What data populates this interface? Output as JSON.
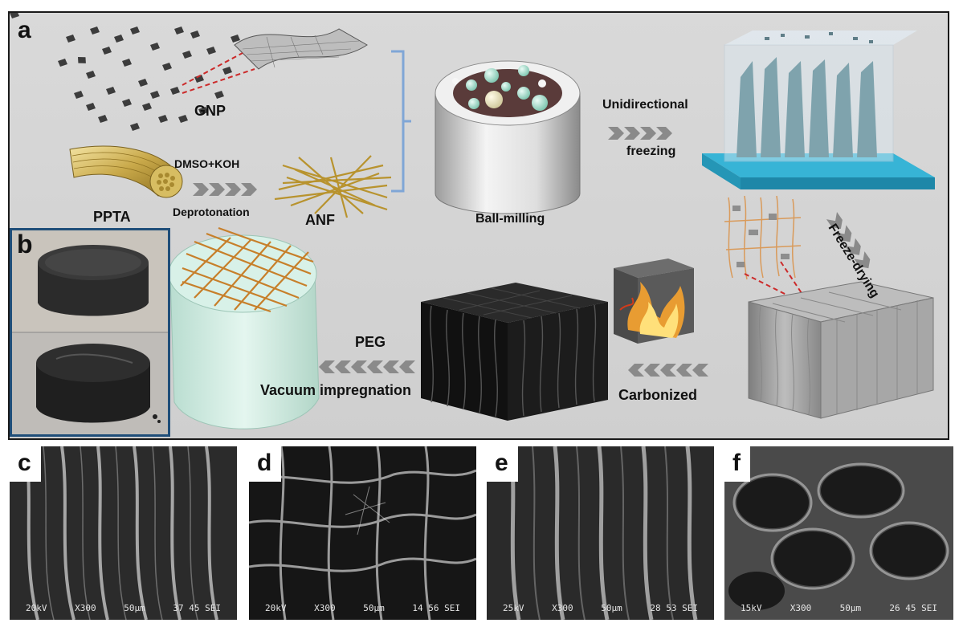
{
  "panels": {
    "a": "a",
    "b": "b",
    "c": "c",
    "d": "d",
    "e": "e",
    "f": "f"
  },
  "labels": {
    "gnp": "GNP",
    "dmso_koh": "DMSO+KOH",
    "deprotonation": "Deprotonation",
    "ppta": "PPTA",
    "anf": "ANF",
    "ball_milling": "Ball-milling",
    "unidirectional": "Unidirectional",
    "freezing": "freezing",
    "freeze_drying": "Freeze-drying",
    "carbonized": "Carbonized",
    "peg": "PEG",
    "vacuum_impregnation": "Vacuum impregnation"
  },
  "sem": [
    {
      "letter": "c",
      "kv": "20kV",
      "mag": "X300",
      "scale": "50μm",
      "info": "37 45 SEI"
    },
    {
      "letter": "d",
      "kv": "20kV",
      "mag": "X300",
      "scale": "50μm",
      "info": "14 56 SEI"
    },
    {
      "letter": "e",
      "kv": "25kV",
      "mag": "X300",
      "scale": "50μm",
      "info": "28 53 SEI"
    },
    {
      "letter": "f",
      "kv": "15kV",
      "mag": "X300",
      "scale": "50μm",
      "info": "26 45 SEI"
    }
  ],
  "colors": {
    "background_panel": "#d4d4d4",
    "panel_b_border": "#1f4e79",
    "ppta_gold": "#c9a94a",
    "anf_gold": "#b8932e",
    "arrow_gray": "#8a8a8a",
    "platform_blue": "#2aa3c4",
    "bracket_blue": "#7fa6d6"
  }
}
